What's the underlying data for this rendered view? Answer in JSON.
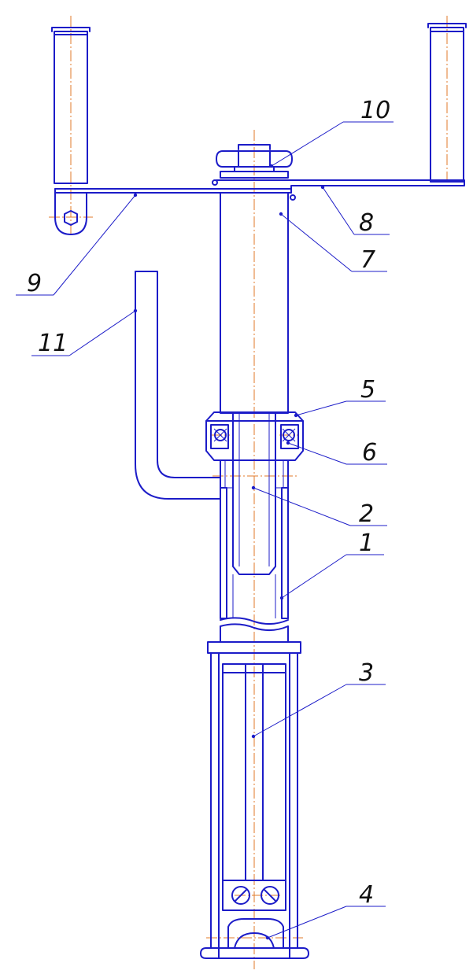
{
  "callouts": [
    {
      "id": "c10",
      "text": "10"
    },
    {
      "id": "c8",
      "text": "8"
    },
    {
      "id": "c9",
      "text": "9"
    },
    {
      "id": "c7",
      "text": "7"
    },
    {
      "id": "c11",
      "text": "11"
    },
    {
      "id": "c5",
      "text": "5"
    },
    {
      "id": "c6",
      "text": "6"
    },
    {
      "id": "c2",
      "text": "2"
    },
    {
      "id": "c1",
      "text": "1"
    },
    {
      "id": "c3",
      "text": "3"
    },
    {
      "id": "c4",
      "text": "4"
    }
  ],
  "colors": {
    "outline": "#1c1cc8",
    "centerline": "#e07a2a",
    "text": "#111111",
    "background": "#ffffff"
  }
}
